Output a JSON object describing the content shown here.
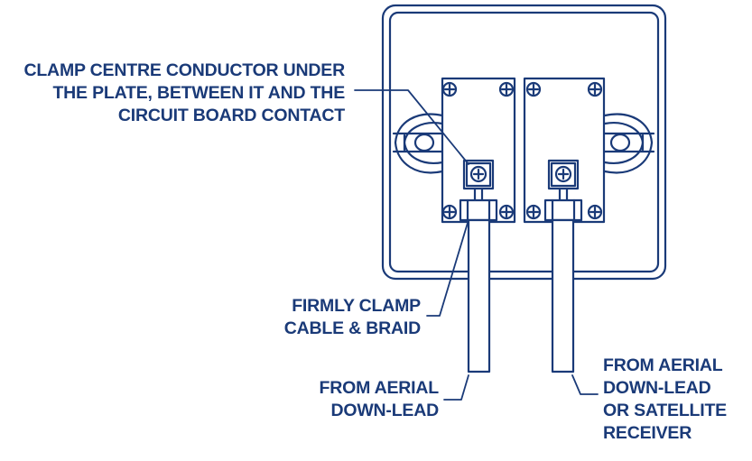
{
  "colors": {
    "line": "#1a3a78",
    "text": "#1a3a78",
    "background": "#ffffff"
  },
  "callouts": {
    "centre_conductor": {
      "lines": [
        "CLAMP CENTRE CONDUCTOR UNDER",
        "THE PLATE, BETWEEN IT AND THE",
        "CIRCUIT BOARD CONTACT"
      ]
    },
    "clamp_cable": {
      "lines": [
        "FIRMLY CLAMP",
        "CABLE & BRAID"
      ]
    },
    "aerial_left": {
      "lines": [
        "FROM AERIAL",
        "DOWN-LEAD"
      ]
    },
    "aerial_right": {
      "lines": [
        "FROM AERIAL",
        "DOWN-LEAD",
        "OR SATELLITE",
        "RECEIVER"
      ]
    }
  }
}
